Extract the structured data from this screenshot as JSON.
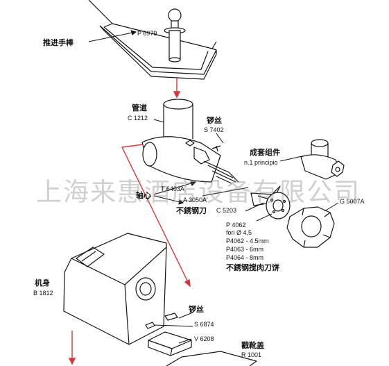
{
  "labels": {
    "pusher": {
      "name": "推进手棒",
      "code": "P 6979"
    },
    "pipe": {
      "name": "管道",
      "code": "C 1212"
    },
    "screw_top": {
      "name": "锣丝",
      "code": "S 7402"
    },
    "assembly": {
      "name": "成套组件",
      "note": "n.1 principio"
    },
    "axle": {
      "name": "轴心",
      "code": "T 6403A"
    },
    "knife": {
      "code": "A 3050A",
      "name": "不銹钢刀"
    },
    "disc_code": "C 5203",
    "ring_nut": "G 5007A",
    "plate": {
      "code": "P 4062",
      "fori": "fori Ø 4,5",
      "lines": [
        "P4062 - 4.5mm",
        "P4063 - 6mm",
        "P4064 - 8mm"
      ],
      "name": "不銹钢搅肉刀饼"
    },
    "body": {
      "name": "机身",
      "code": "B 1812"
    },
    "screw_bottom": {
      "name": "锣丝",
      "code": "S 6874"
    },
    "bracket_code": "V 6208",
    "bottom": {
      "name": "戳靴盖",
      "code": "R 1001"
    }
  },
  "watermark": "上海来惠酒店设备有限公司",
  "colors": {
    "line": "#111111",
    "leader": "#d9343b",
    "watermark": "#8a8a8a"
  }
}
